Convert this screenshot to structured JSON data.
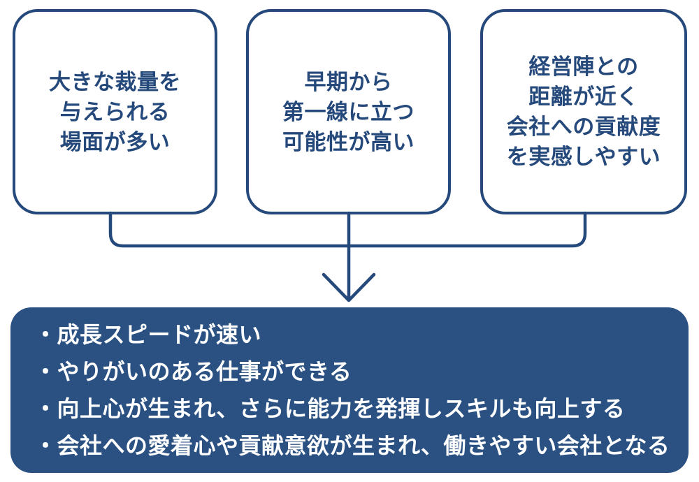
{
  "diagram": {
    "title_hint": "merits-of-early-responsibility-diagram",
    "colors": {
      "line_and_text": "#26497C",
      "result_background": "#2B5183",
      "result_text": "#FFFFFF",
      "page_background": "#FFFFFF"
    },
    "top_boxes": [
      {
        "lines": [
          "大きな裁量を",
          "与えられる",
          "場面が多い"
        ]
      },
      {
        "lines": [
          "早期から",
          "第一線に立つ",
          "可能性が高い"
        ]
      },
      {
        "lines": [
          "経営陣との",
          "距離が近く",
          "会社への貢献度",
          "を実感しやすい"
        ]
      }
    ],
    "arrow": {
      "icon": "down-arrow-icon",
      "direction": "down"
    },
    "result_box": {
      "bullets": [
        "・成長スピードが速い",
        "・やりがいのある仕事ができる",
        "・向上心が生まれ、さらに能力を発揮しスキルも向上する",
        "・会社への愛着心や貢献意欲が生まれ、働きやすい会社となる"
      ]
    }
  }
}
